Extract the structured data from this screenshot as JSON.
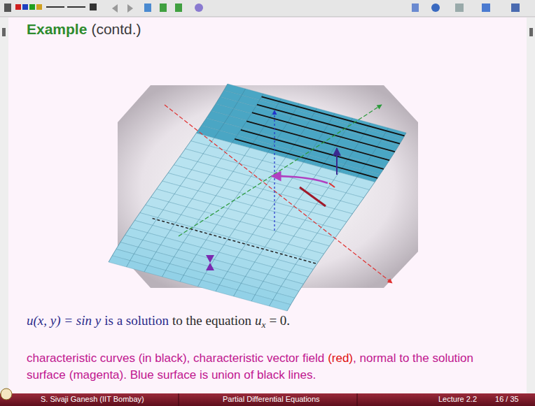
{
  "diagram": {
    "title": "Example",
    "labels": [
      "(contd.)",
      "u(x, y) = sin y",
      "is a solution",
      "to the equation",
      "u",
      "x",
      "= 0.",
      "characteristic curves (in black), characteristic vector field",
      "(red)",
      ", normal to the solution",
      "surface",
      "(magenta)",
      ". Blue surface is union of black lines.",
      "S. Sivaji Ganesh  (IIT Bombay)",
      "Partial Differential Equations",
      "Lecture 2.2",
      "16 / 35"
    ]
  }
}
